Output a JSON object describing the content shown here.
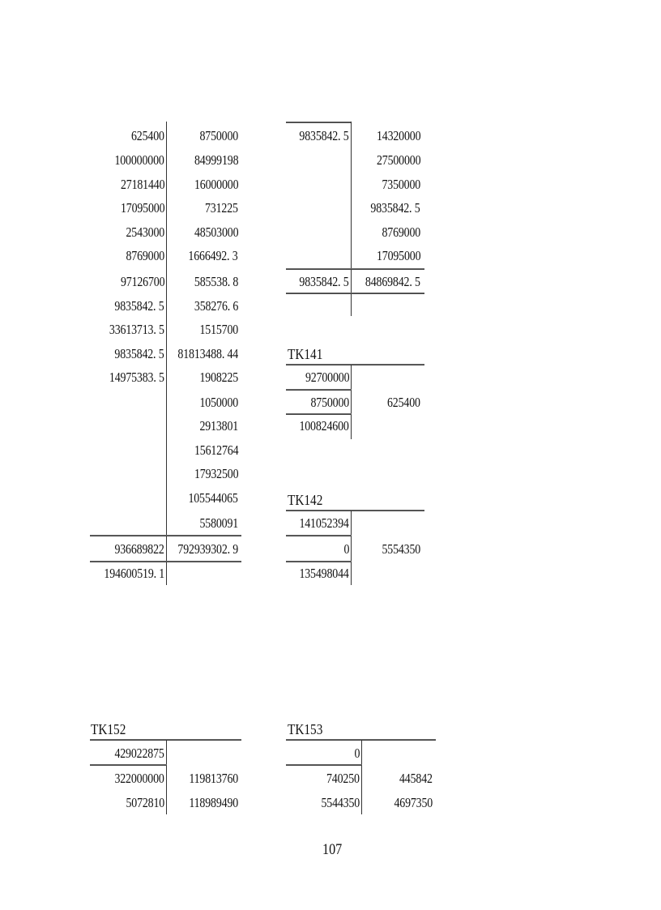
{
  "page_number": "107",
  "accounts": {
    "left_main": {
      "title": "",
      "debit": [
        "625400",
        "100000000",
        "27181440",
        "17095000",
        "2543000",
        "8769000",
        "97126700",
        "9835842. 5",
        "33613713. 5",
        "9835842. 5",
        "14975383. 5"
      ],
      "credit": [
        "8750000",
        "84999198",
        "16000000",
        "731225",
        "48503000",
        "1666492. 3",
        "585538. 8",
        "358276. 6",
        "1515700",
        "81813488. 44",
        "1908225",
        "1050000",
        "2913801",
        "15612764",
        "17932500",
        "105544065",
        "5580091"
      ],
      "total_debit": "936689822",
      "total_credit": "792939302. 9",
      "balance_debit": "194600519. 1"
    },
    "right_top": {
      "title": "",
      "opening_debit": "9835842. 5",
      "credit": [
        "14320000",
        "27500000",
        "7350000",
        "9835842. 5",
        "8769000",
        "17095000"
      ],
      "total_debit": "9835842. 5",
      "total_credit": "84869842. 5"
    },
    "tk141": {
      "title": "TK141",
      "opening_debit": "92700000",
      "arising_debit": "8750000",
      "arising_credit": "625400",
      "closing_debit": "100824600"
    },
    "tk142": {
      "title": "TK142",
      "opening_debit": "141052394",
      "arising_debit": "0",
      "arising_credit": "5554350",
      "closing_debit": "135498044"
    },
    "tk152": {
      "title": "TK152",
      "opening_debit": "429022875",
      "arising_debit": "322000000",
      "arising_credit": "119813760",
      "closing_debit": "5072810",
      "closing_credit": "118989490"
    },
    "tk153": {
      "title": "TK153",
      "opening_debit": "0",
      "arising_debit": "740250",
      "arising_credit": "445842",
      "closing_debit": "5544350",
      "closing_credit": "4697350"
    }
  }
}
